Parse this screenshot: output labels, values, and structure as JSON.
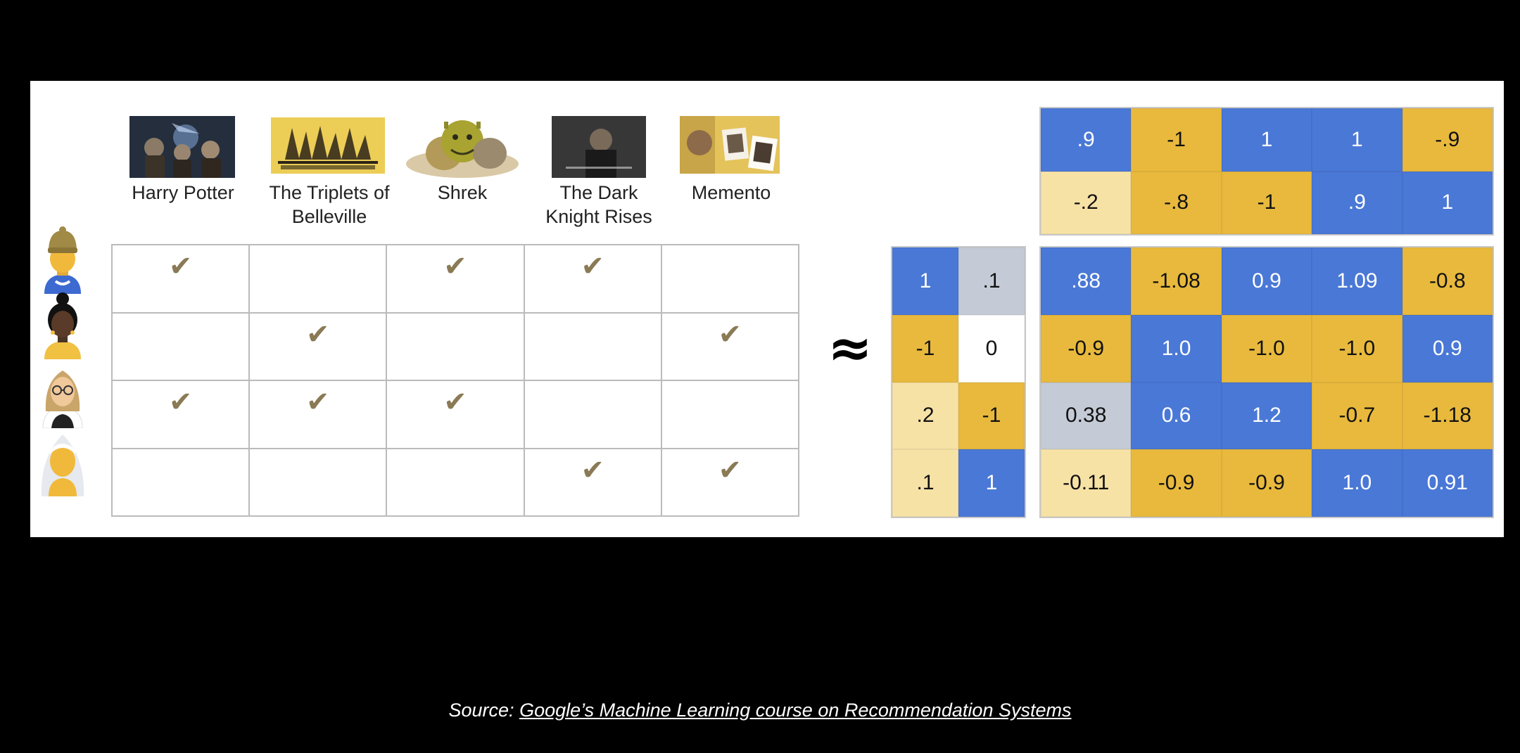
{
  "colors": {
    "blue": "#4a78d6",
    "gold": "#e8b93d",
    "light_gold": "#f7e2a6",
    "gray": "#c5cbd6",
    "white": "#ffffff"
  },
  "movies": [
    {
      "title": "Harry Potter"
    },
    {
      "title": "The Triplets of\nBelleville"
    },
    {
      "title": "Shrek"
    },
    {
      "title": "The Dark\nKnight Rises"
    },
    {
      "title": "Memento"
    }
  ],
  "check_glyph": "✔",
  "ratings": [
    [
      true,
      false,
      true,
      true,
      false
    ],
    [
      false,
      true,
      false,
      false,
      true
    ],
    [
      true,
      true,
      true,
      false,
      false
    ],
    [
      false,
      false,
      false,
      true,
      true
    ]
  ],
  "approx_symbol": "≈",
  "item_embeddings": [
    [
      {
        "v": ".9",
        "c": "blue"
      },
      {
        "v": "-1",
        "c": "gold"
      },
      {
        "v": "1",
        "c": "blue"
      },
      {
        "v": "1",
        "c": "blue"
      },
      {
        "v": "-.9",
        "c": "gold"
      }
    ],
    [
      {
        "v": "-.2",
        "c": "light_gold"
      },
      {
        "v": "-.8",
        "c": "gold"
      },
      {
        "v": "-1",
        "c": "gold"
      },
      {
        "v": ".9",
        "c": "blue"
      },
      {
        "v": "1",
        "c": "blue"
      }
    ]
  ],
  "user_embeddings": [
    [
      {
        "v": "1",
        "c": "blue"
      },
      {
        "v": ".1",
        "c": "gray"
      }
    ],
    [
      {
        "v": "-1",
        "c": "gold"
      },
      {
        "v": "0",
        "c": "white"
      }
    ],
    [
      {
        "v": ".2",
        "c": "light_gold"
      },
      {
        "v": "-1",
        "c": "gold"
      }
    ],
    [
      {
        "v": ".1",
        "c": "light_gold"
      },
      {
        "v": "1",
        "c": "blue"
      }
    ]
  ],
  "product": [
    [
      {
        "v": ".88",
        "c": "blue"
      },
      {
        "v": "-1.08",
        "c": "gold"
      },
      {
        "v": "0.9",
        "c": "blue"
      },
      {
        "v": "1.09",
        "c": "blue"
      },
      {
        "v": "-0.8",
        "c": "gold"
      }
    ],
    [
      {
        "v": "-0.9",
        "c": "gold"
      },
      {
        "v": "1.0",
        "c": "blue"
      },
      {
        "v": "-1.0",
        "c": "gold"
      },
      {
        "v": "-1.0",
        "c": "gold"
      },
      {
        "v": "0.9",
        "c": "blue"
      }
    ],
    [
      {
        "v": "0.38",
        "c": "gray"
      },
      {
        "v": "0.6",
        "c": "blue"
      },
      {
        "v": "1.2",
        "c": "blue"
      },
      {
        "v": "-0.7",
        "c": "gold"
      },
      {
        "v": "-1.18",
        "c": "gold"
      }
    ],
    [
      {
        "v": "-0.11",
        "c": "light_gold"
      },
      {
        "v": "-0.9",
        "c": "gold"
      },
      {
        "v": "-0.9",
        "c": "gold"
      },
      {
        "v": "1.0",
        "c": "blue"
      },
      {
        "v": "0.91",
        "c": "blue"
      }
    ]
  ],
  "caption": {
    "prefix": "Source: ",
    "link_text": "Google’s Machine Learning course on Recommendation Systems"
  }
}
